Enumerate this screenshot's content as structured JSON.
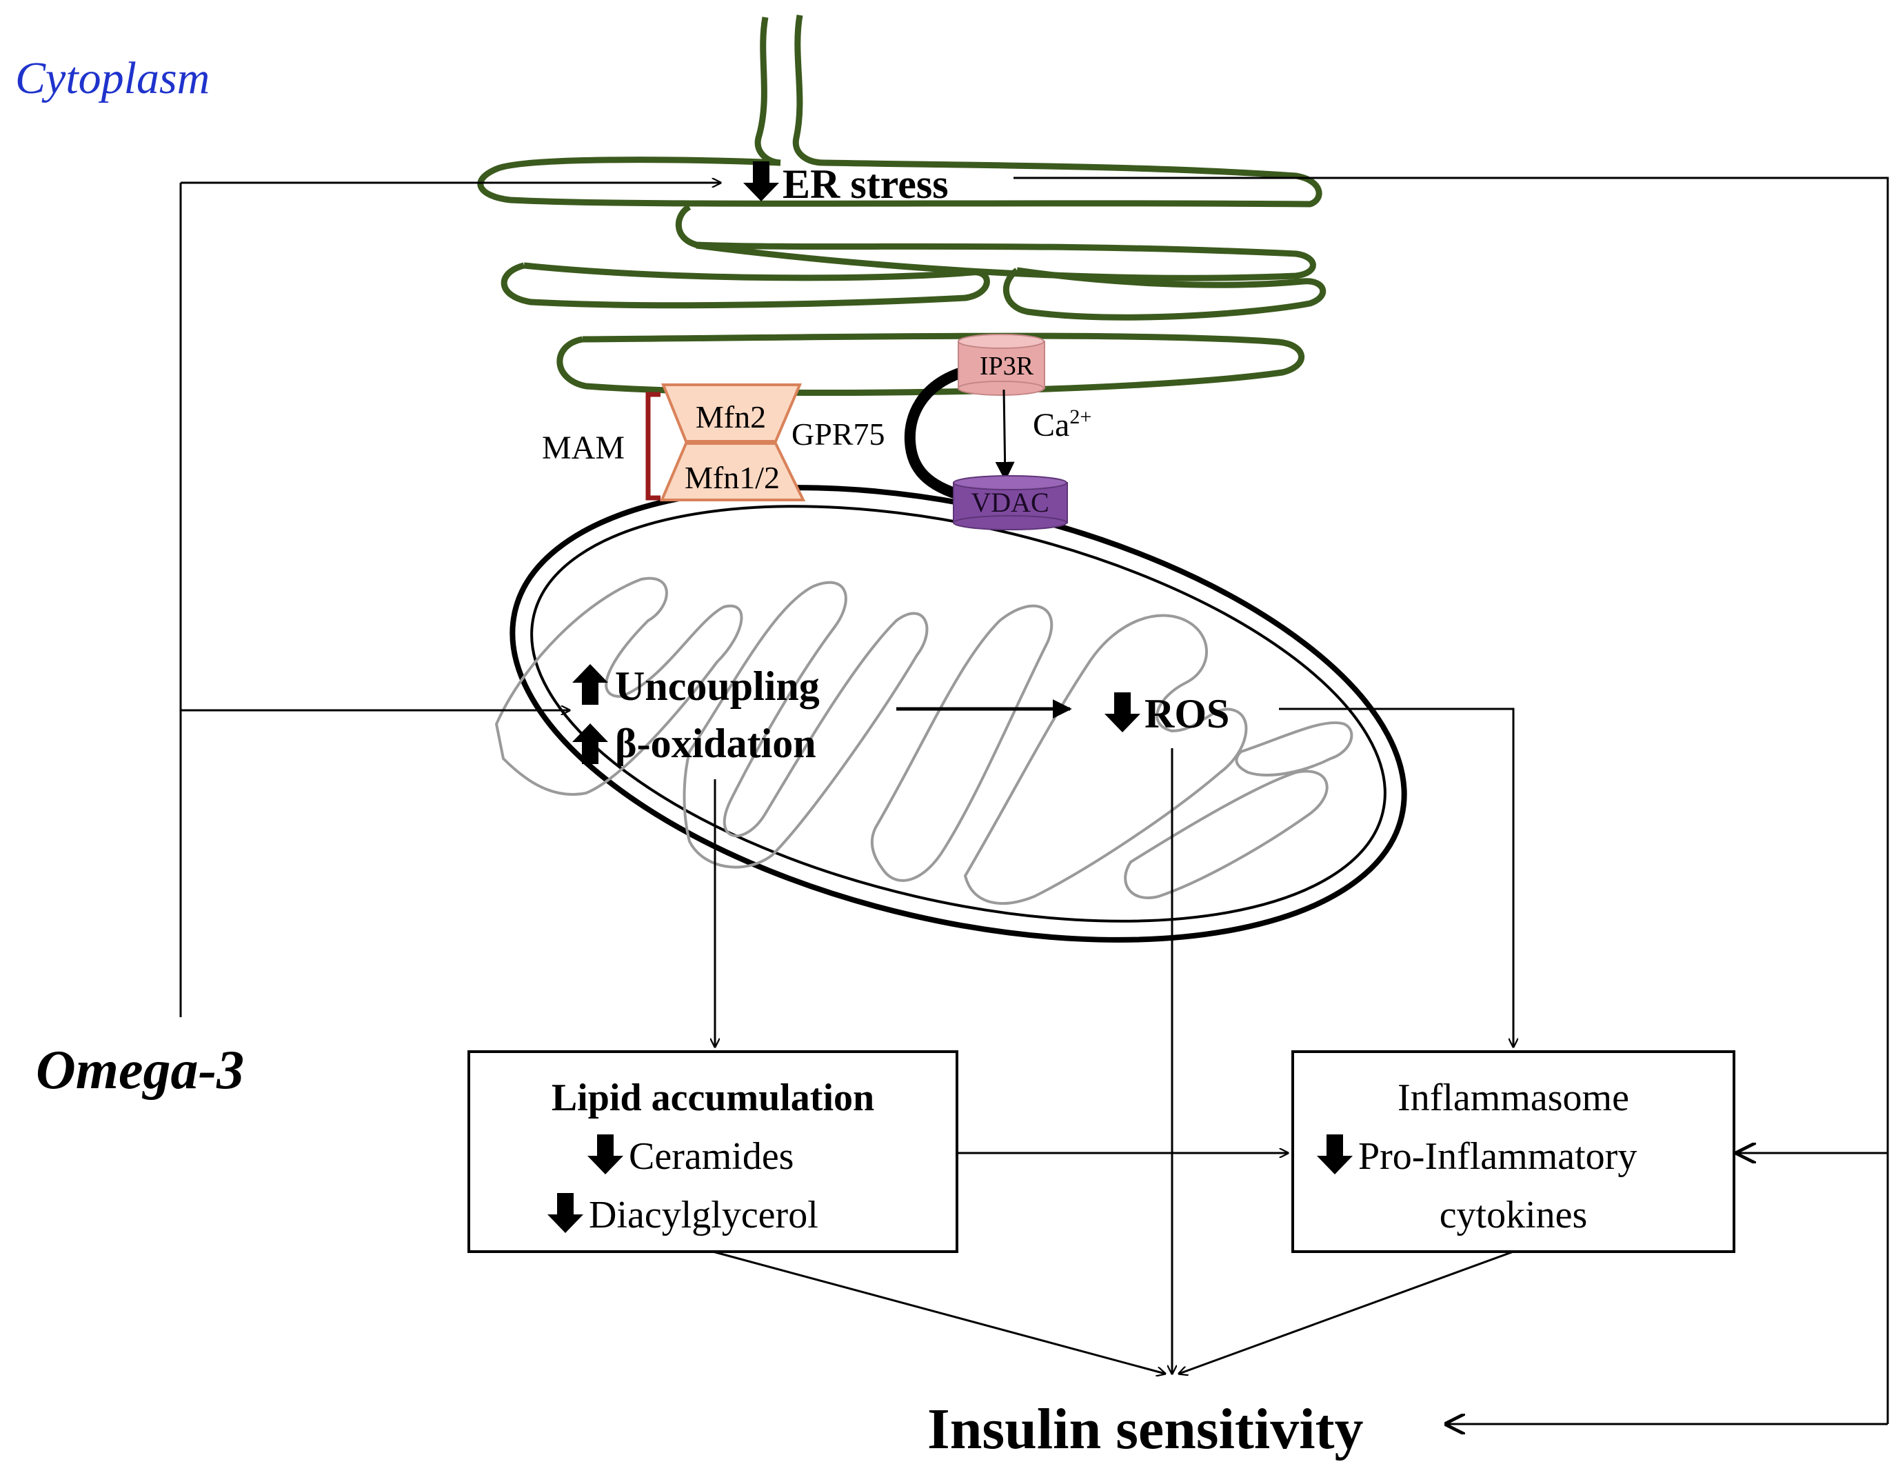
{
  "region_label": "Cytoplasm",
  "er_stress": {
    "arrow": "down",
    "label": "ER stress"
  },
  "mam": {
    "label": "MAM"
  },
  "mfn2": {
    "label": "Mfn2"
  },
  "mfn12": {
    "label": "Mfn1/2"
  },
  "gpr75": {
    "label": "GPR75"
  },
  "ip3r": {
    "label": "IP3R"
  },
  "vdac": {
    "label": "VDAC"
  },
  "calcium": {
    "label": "Ca",
    "superscript": "2+"
  },
  "uncoupling": {
    "arrow": "up",
    "label": "Uncoupling"
  },
  "beta_oxidation": {
    "arrow": "up",
    "label": "β-oxidation"
  },
  "ros": {
    "arrow": "down",
    "label": "ROS"
  },
  "omega3": {
    "label": "Omega-3"
  },
  "lipid_box": {
    "title": "Lipid accumulation",
    "line1": {
      "arrow": "down",
      "label": "Ceramides"
    },
    "line2": {
      "arrow": "down",
      "label": "Diacylglycerol"
    }
  },
  "inflammasome_box": {
    "title": "Inflammasome",
    "line1": {
      "arrow": "down",
      "label": "Pro-Inflammatory"
    },
    "line2": "cytokines"
  },
  "insulin": {
    "label": "Insulin sensitivity"
  },
  "colors": {
    "er_membrane": "#3b5a1e",
    "cytoplasm_text": "#1f33cc",
    "mam_bracket": "#9a1b1b",
    "mfn_fill": "#fbd8c2",
    "mfn_stroke": "#d9825a",
    "ip3r_fill": "#e8a7a7",
    "vdac_fill": "#7e4a9e"
  }
}
